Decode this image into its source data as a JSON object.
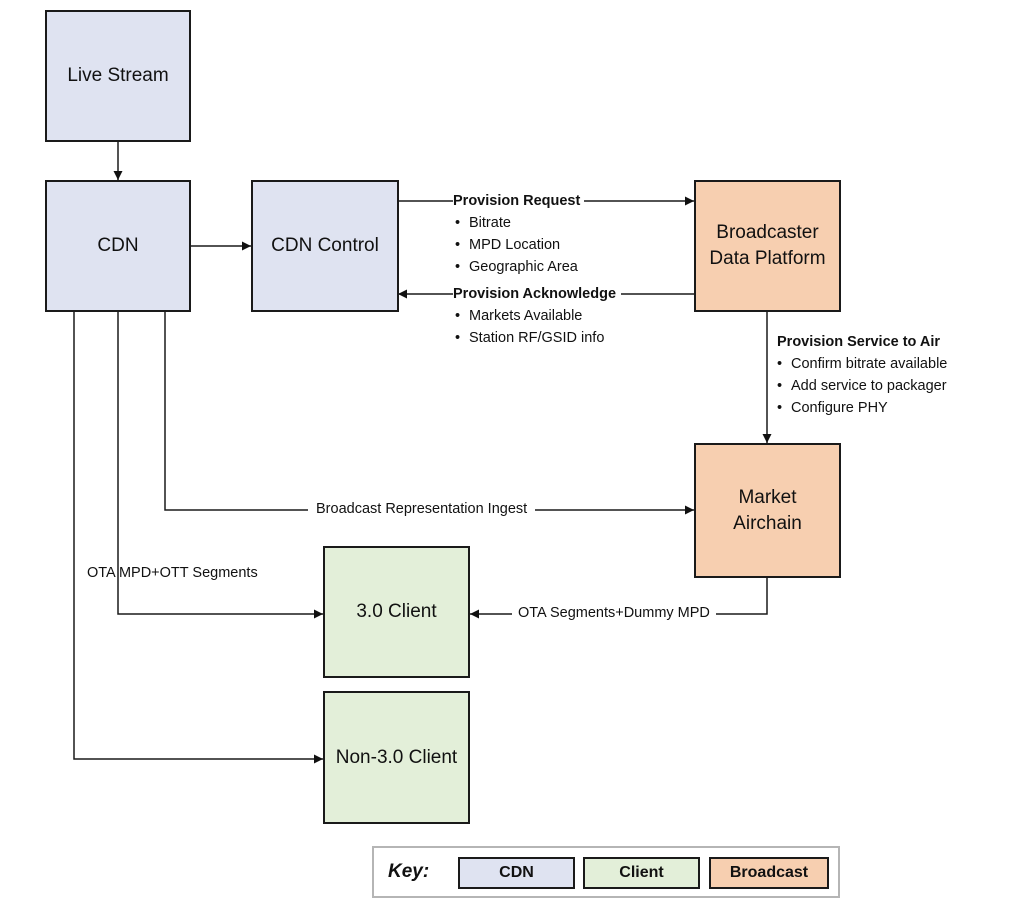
{
  "nodes": {
    "live_stream": "Live Stream",
    "cdn": "CDN",
    "cdn_control": "CDN Control",
    "broadcaster_line1": "Broadcaster",
    "broadcaster_line2": "Data Platform",
    "market_line1": "Market",
    "market_line2": "Airchain",
    "client_30": "3.0 Client",
    "non_30_client": "Non-3.0 Client"
  },
  "edges": {
    "provision_request": {
      "title": "Provision Request",
      "items": [
        "Bitrate",
        "MPD Location",
        "Geographic Area"
      ]
    },
    "provision_acknowledge": {
      "title": "Provision Acknowledge",
      "items": [
        "Markets Available",
        "Station RF/GSID info"
      ]
    },
    "provision_service": {
      "title": "Provision Service to Air",
      "items": [
        "Confirm bitrate available",
        "Add service to packager",
        "Configure PHY"
      ]
    },
    "broadcast_ingest": "Broadcast Representation Ingest",
    "ota_mpd_ott": "OTA MPD+OTT Segments",
    "ota_segments_dummy": "OTA Segments+Dummy MPD"
  },
  "key": {
    "title": "Key:",
    "cdn": "CDN",
    "client": "Client",
    "broadcast": "Broadcast"
  },
  "colors": {
    "cdn": "#dfe3f1",
    "client": "#e3efd9",
    "broadcast": "#f7cfb0",
    "border": "#1a1a1a"
  }
}
